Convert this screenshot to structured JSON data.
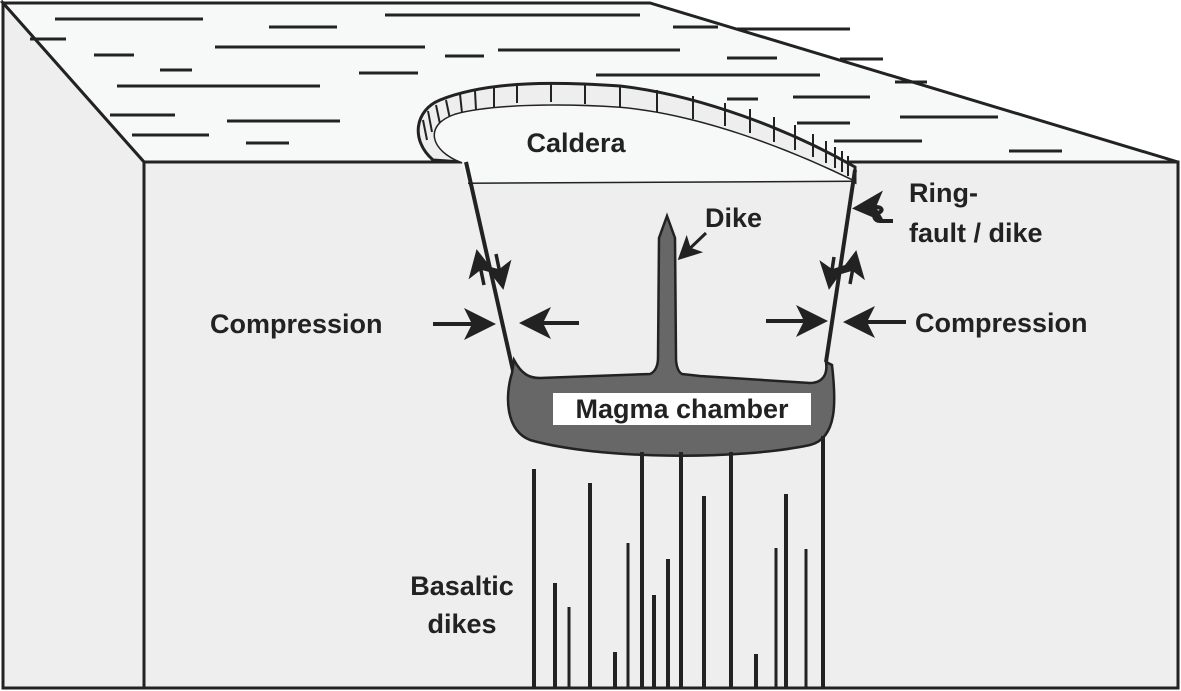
{
  "diagram": {
    "title": "Caldera collapse with ring-fault, magma chamber and basaltic dikes",
    "labels": {
      "caldera": "Caldera",
      "dike": "Dike",
      "ring_fault_line1": "Ring-",
      "ring_fault_line2": "fault / dike",
      "compression_left": "Compression",
      "compression_right": "Compression",
      "magma_chamber": "Magma chamber",
      "basaltic_line1": "Basaltic",
      "basaltic_line2": "dikes"
    },
    "colors": {
      "outline": "#222222",
      "top_surface": "#f7f8f8",
      "block_face": "#eeeeee",
      "magma": "#676767",
      "label_box": "#ffffff",
      "background": "#ffffff"
    },
    "icons": {
      "fault_slip_left": "up-down-arrows",
      "fault_slip_right": "down-up-arrows",
      "compression_arrows": "converging-arrows",
      "ring_fault_pointer": "squiggle-arrow"
    }
  }
}
